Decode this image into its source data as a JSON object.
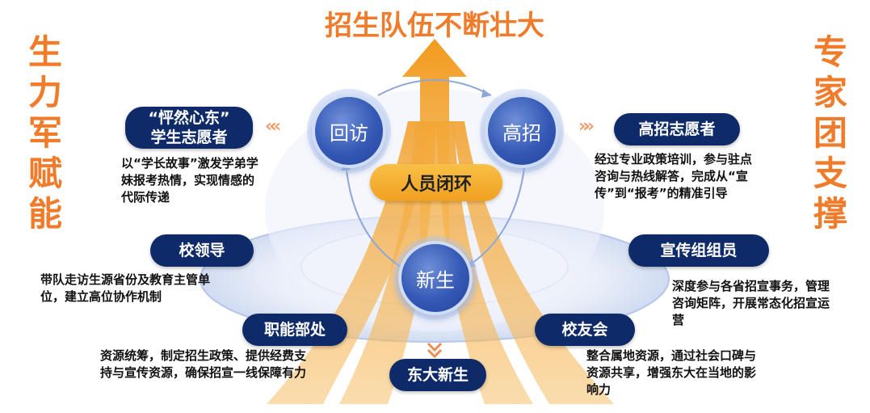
{
  "title": "招生队伍不断壮大",
  "left_vertical": "生力军赋能",
  "right_vertical": "专家团支撑",
  "center": "人员闭环",
  "nodes": {
    "visit": "回访",
    "high": "高招",
    "new": "新生"
  },
  "groups": {
    "student_volunteer": {
      "label_line1": "“怦然心东”",
      "label_line2": "学生志愿者",
      "desc": "以“学长故事”激发学弟学妹报考热情，实现情感的代际传递"
    },
    "high_volunteer": {
      "label": "高招志愿者",
      "desc": "经过专业政策培训，参与驻点咨询与热线解答，完成从“宣传”到“报考”的精准引导"
    },
    "school_leaders": {
      "label": "校领导",
      "desc": "带队走访生源省份及教育主管单位，建立高位协作机制"
    },
    "publicity_team": {
      "label": "宣传组组员",
      "desc": "深度参与各省招宣事务，管理咨询矩阵，开展常态化招宣运营"
    },
    "functional_dept": {
      "label": "职能部处",
      "desc": "资源统筹，制定招生政策、提供经费支持与宣传资源，确保招宣一线保障有力"
    },
    "alumni": {
      "label": "校友会",
      "desc": "整合属地资源，通过社会口碑与资源共享，增强东大在当地的影响力"
    },
    "new_students": {
      "label": "东大新生"
    }
  },
  "colors": {
    "orange": "#f07b2a",
    "navy": "#0f2a68",
    "gold": "#f4a82c",
    "blue": "#3458b5"
  }
}
